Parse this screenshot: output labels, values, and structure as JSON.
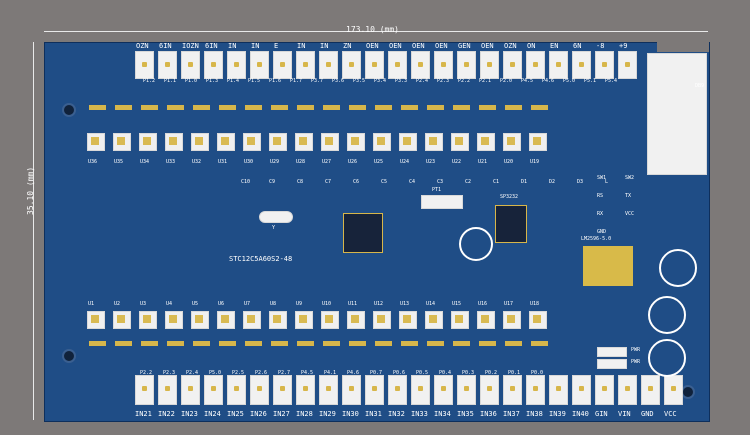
{
  "dimensions": {
    "width_label": "173.10 (mm)",
    "height_label": "35.10 (mm)"
  },
  "top_connector_labels": [
    "OZN",
    "6IN",
    "IOZN",
    "6IN",
    "IN",
    "IN",
    "E",
    "IN",
    "IN",
    "ZN",
    "OEN",
    "OEN",
    "OEN",
    "OEN",
    "GEN",
    "OEN",
    "OZN",
    "ON",
    "EN",
    "6N",
    "-8",
    "+9"
  ],
  "top_net_labels": [
    "P1.2",
    "P1.1",
    "P1.0",
    "P1.3",
    "P1.4",
    "P1.5",
    "P1.6",
    "P1.7",
    "P3.7",
    "P3.6",
    "P3.5",
    "P3.4",
    "P3.3",
    "P2.4",
    "P2.3",
    "P2.2",
    "P2.1",
    "P2.0",
    "P4.5",
    "P4.6",
    "P5.0",
    "P5.1",
    "P5.4"
  ],
  "bottom_connector_labels": [
    "IN21",
    "IN22",
    "IN23",
    "IN24",
    "IN25",
    "IN26",
    "IN27",
    "IN28",
    "IN29",
    "IN30",
    "IN31",
    "IN32",
    "IN33",
    "IN34",
    "IN35",
    "IN36",
    "IN37",
    "IN38",
    "IN39",
    "IN40",
    "GIN",
    "VIN",
    "GND",
    "VCC"
  ],
  "bottom_net_labels": [
    "P2.2",
    "P2.3",
    "P2.4",
    "P5.0",
    "P2.5",
    "P2.6",
    "P2.7",
    "P4.5",
    "P4.1",
    "P4.6",
    "P0.7",
    "P0.6",
    "P0.5",
    "P0.4",
    "P0.3",
    "P0.2",
    "P0.1",
    "P0.0"
  ],
  "designators": {
    "mcu": "STC12C5A60S2-48",
    "header": "PT1",
    "chip_u2": "SP3232",
    "regulator": "LM2596-5.0",
    "crystal": "Y",
    "top_right": "DB9",
    "switch_1": "PWR",
    "switch_2": "PWR"
  },
  "right_labels": [
    "SW1",
    "SW2",
    "RS",
    "TX",
    "RX",
    "VCC",
    "GND"
  ],
  "left_rows": {
    "top_row": [
      "U36",
      "U35",
      "U34",
      "U33",
      "U32",
      "U31",
      "U30",
      "U29",
      "U28",
      "U27",
      "U26",
      "U25",
      "U24",
      "U23",
      "U22",
      "U21",
      "U20",
      "U19"
    ],
    "bottom_row": [
      "U1",
      "U2",
      "U3",
      "U4",
      "U5",
      "U6",
      "U7",
      "U8",
      "U9",
      "U10",
      "U11",
      "U12",
      "U13",
      "U14",
      "U15",
      "U16",
      "U17",
      "U18"
    ]
  },
  "misc_labels": [
    "C10",
    "C9",
    "C8",
    "C7",
    "C6",
    "C5",
    "C4",
    "C3",
    "C2",
    "C1",
    "D1",
    "D2",
    "D3",
    "L"
  ]
}
